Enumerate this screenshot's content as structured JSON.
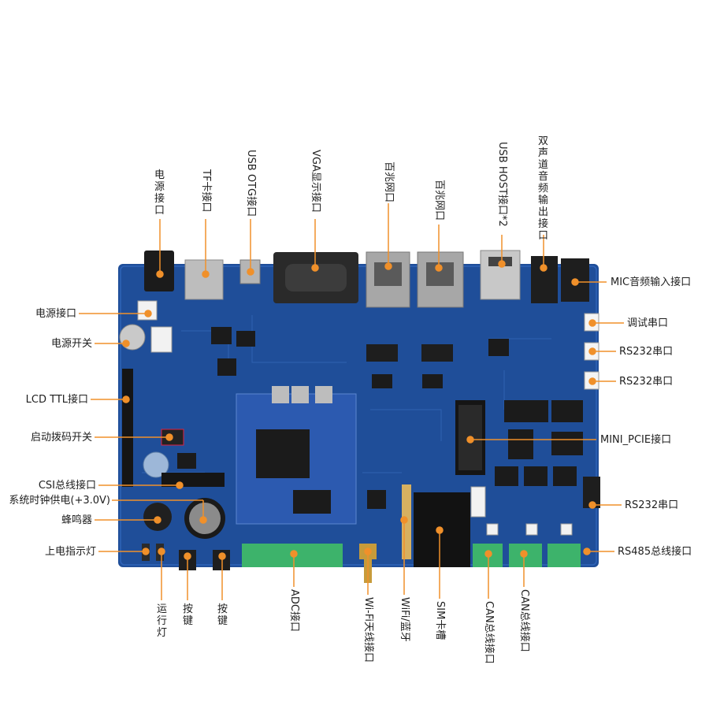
{
  "accent_color": "#f0902a",
  "board_color": "#1f4e99",
  "labels": {
    "power_top": "电源接口",
    "tf_card": "TF卡接口",
    "usb_otg": "USB OTG接口",
    "vga": "VGA显示接口",
    "ethernet_1": "百兆网口",
    "ethernet_2": "百兆网口",
    "usb_host": "USB HOST接口*2",
    "stereo_out": "双声道音频输出接口",
    "mic_in": "MIC音频输入接口",
    "debug_uart": "调试串口",
    "rs232_1": "RS232串口",
    "rs232_2": "RS232串口",
    "mini_pcie": "MINI_PCIE接口",
    "rs232_3": "RS232串口",
    "rs485": "RS485总线接口",
    "power_left": "电源接口",
    "power_switch": "电源开关",
    "lcd_ttl": "LCD TTL接口",
    "boot_dip": "启动拨码开关",
    "csi_bus": "CSI总线接口",
    "clock_supply": "系统时钟供电(+3.0V)",
    "buzzer": "蜂鸣器",
    "power_led": "上电指示灯",
    "run_led": "运行灯",
    "key_1": "按键",
    "key_2": "按键",
    "adc": "ADC接口",
    "wifi_antenna": "Wi-Fi天线接口",
    "wifi_bt": "WiFi/蓝牙",
    "sim_slot": "SIM卡槽",
    "can_1": "CAN总线接口",
    "can_2": "CAN总线接口"
  }
}
